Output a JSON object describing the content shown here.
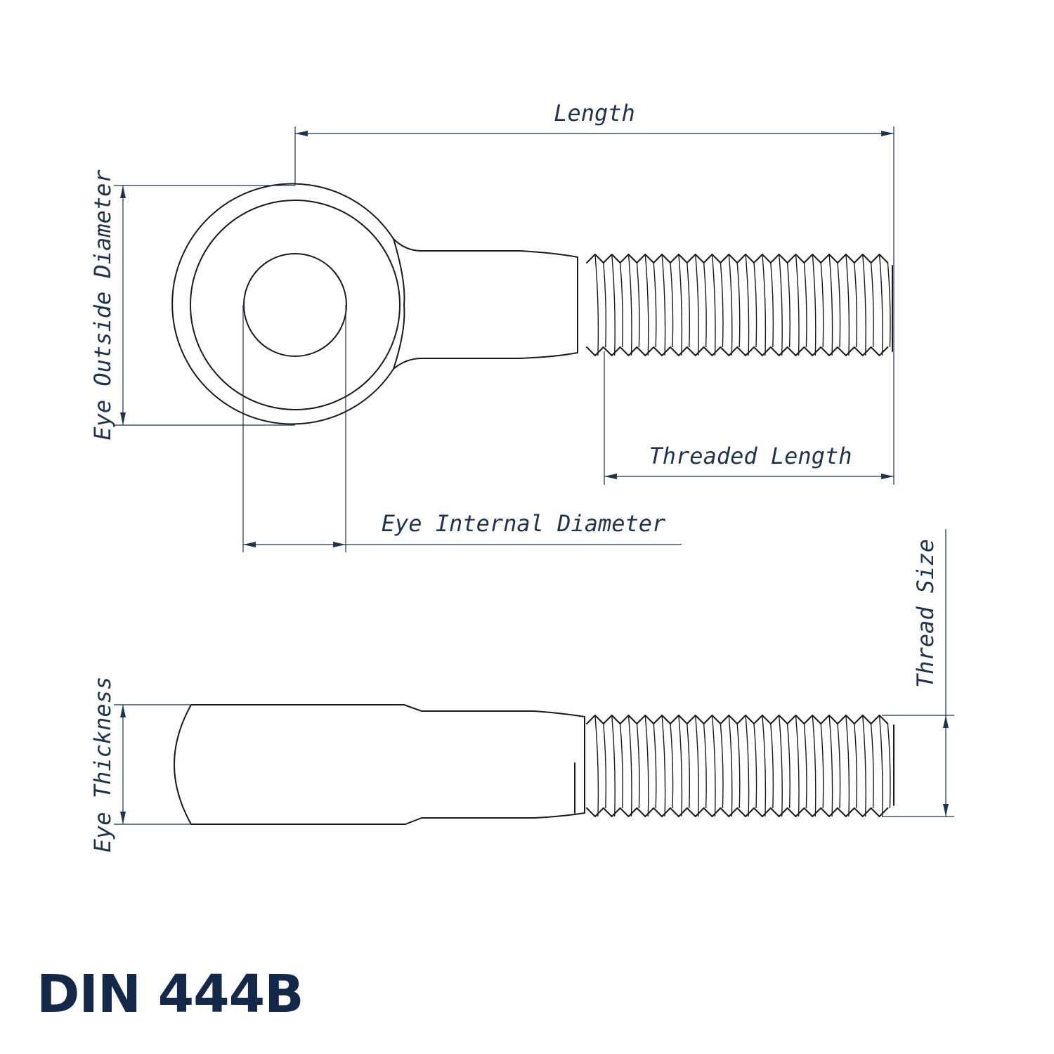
{
  "labels": {
    "length": "Length",
    "threaded_length": "Threaded Length",
    "eye_internal_diameter": "Eye Internal Diameter",
    "eye_outside_diameter": "Eye Outside Diameter",
    "eye_thickness": "Eye Thickness",
    "thread_size": "Thread Size"
  },
  "title": "DIN 444B",
  "colors": {
    "dimension": "#1e3350",
    "title": "#14294a",
    "part_outline": "#1a1a1a"
  }
}
